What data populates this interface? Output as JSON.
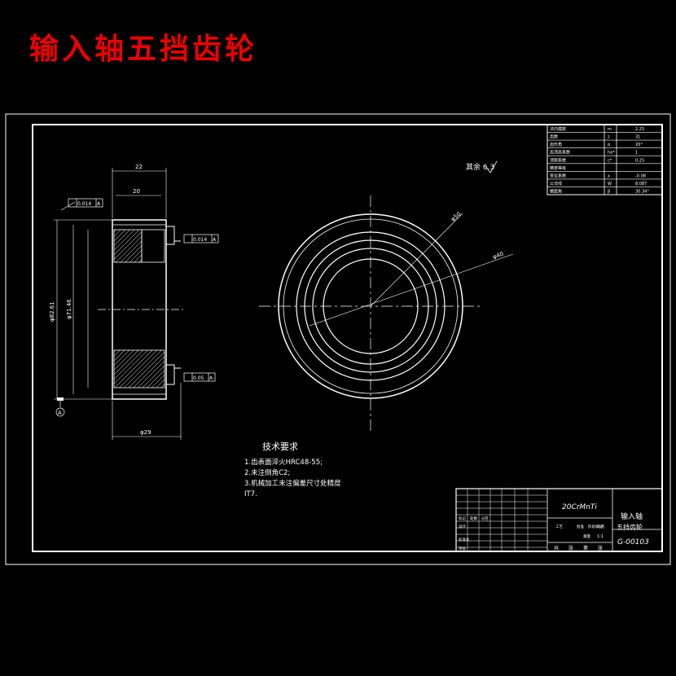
{
  "title": "输入轴五挡齿轮",
  "colors": {
    "background": "#000000",
    "title": "#e00000",
    "lines": "#ffffff"
  },
  "params_table": {
    "rows": [
      {
        "label": "法向模数",
        "sym": "m",
        "val": "2.25"
      },
      {
        "label": "齿数",
        "sym": "z",
        "val": "31"
      },
      {
        "label": "齿形角",
        "sym": "α",
        "val": "20°"
      },
      {
        "label": "齿顶高系数",
        "sym": "ha*",
        "val": "1"
      },
      {
        "label": "顶隙系数",
        "sym": "c*",
        "val": "0.25"
      },
      {
        "label": "精度等级",
        "sym": "",
        "val": ""
      },
      {
        "label": "变位系数",
        "sym": "x",
        "val": "-0.08"
      },
      {
        "label": "公法线",
        "sym": "W",
        "val": "8.087"
      },
      {
        "label": "螺旋角",
        "sym": "β",
        "val": "30.34°"
      }
    ]
  },
  "roughness_note": "其余 6.3",
  "section_view": {
    "dims": {
      "width_top": "22",
      "width_inner": "20",
      "width_bottom": "φ29",
      "od": "φ82.61",
      "id": "φ71.46"
    },
    "tolerances": {
      "t1": "0.014",
      "t1_ref": "A",
      "t2": "0.014",
      "t2_ref": "A",
      "t3": "0.05",
      "t3_ref": "A"
    },
    "datum": "A"
  },
  "front_view": {
    "dims": {
      "d1": "φ50",
      "d2": "φ40"
    }
  },
  "tech_requirements": {
    "heading": "技术要求",
    "items": [
      "1.齿表面淬火HRC48-55;",
      "2.未注倒角C2;",
      "3.机械加工未注偏差尺寸处精度",
      "IT7."
    ]
  },
  "title_block": {
    "material": "20CrMnTi",
    "part_name_line1": "输入轴",
    "part_name_line2": "五挡齿轮",
    "drawing_no": "G-00103",
    "scale": "1:1",
    "small_labels": [
      "标记",
      "处数",
      "分区",
      "设计",
      "标准化",
      "审核",
      "工艺",
      "批准",
      "阶段标记",
      "重量",
      "比例"
    ],
    "footer": [
      "共",
      "张",
      "第",
      "张"
    ]
  }
}
